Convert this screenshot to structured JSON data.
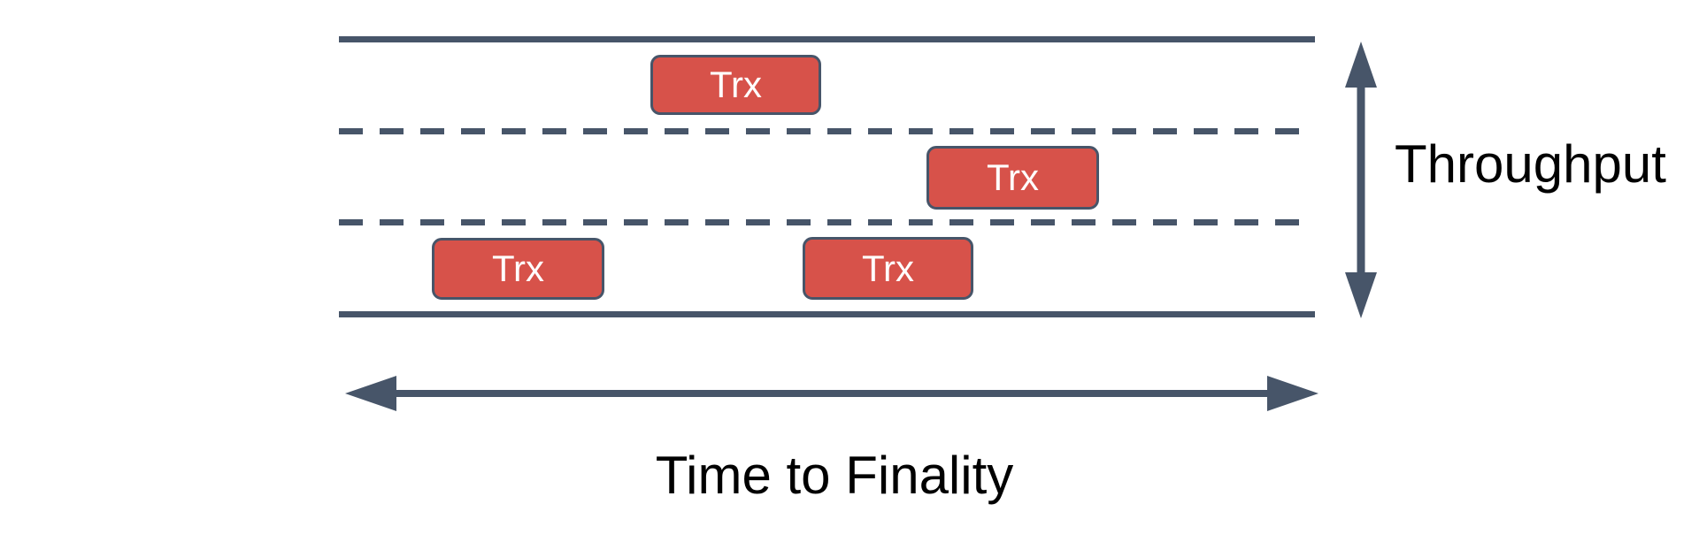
{
  "diagram": {
    "description": "Blockchain road metaphor diagram: transactions travelling in three lanes",
    "road": {
      "lane_count": 3,
      "boundary_style": "solid",
      "divider_style": "dashed"
    },
    "transactions": [
      {
        "label": "Trx",
        "lane": "top"
      },
      {
        "label": "Trx",
        "lane": "middle"
      },
      {
        "label": "Trx",
        "lane": "bottom"
      },
      {
        "label": "Trx",
        "lane": "bottom"
      }
    ],
    "axes": {
      "vertical_label": "Throughput",
      "horizontal_label": "Time to Finality"
    },
    "colors": {
      "line_slate": "#475569",
      "trx_red": "#d7524a",
      "trx_border": "#475569",
      "trx_text": "#ffffff",
      "label_text": "#000000",
      "background": "#ffffff"
    }
  }
}
